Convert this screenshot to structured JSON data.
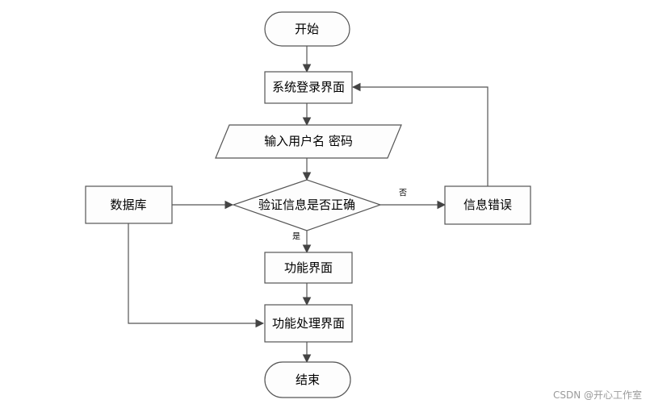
{
  "nodes": {
    "start": "开始",
    "login_screen": "系统登录界面",
    "input_credentials": "输入用户名 密码",
    "verify": "验证信息是否正确",
    "database": "数据库",
    "info_error": "信息错误",
    "function_screen": "功能界面",
    "function_processing": "功能处理界面",
    "end": "结束"
  },
  "edges": {
    "no": "否",
    "yes": "是"
  },
  "watermark": "CSDN @开心工作室",
  "colors": {
    "stroke": "#555555",
    "fill": "#ffffff",
    "node_fill": "#fdfdfd"
  }
}
